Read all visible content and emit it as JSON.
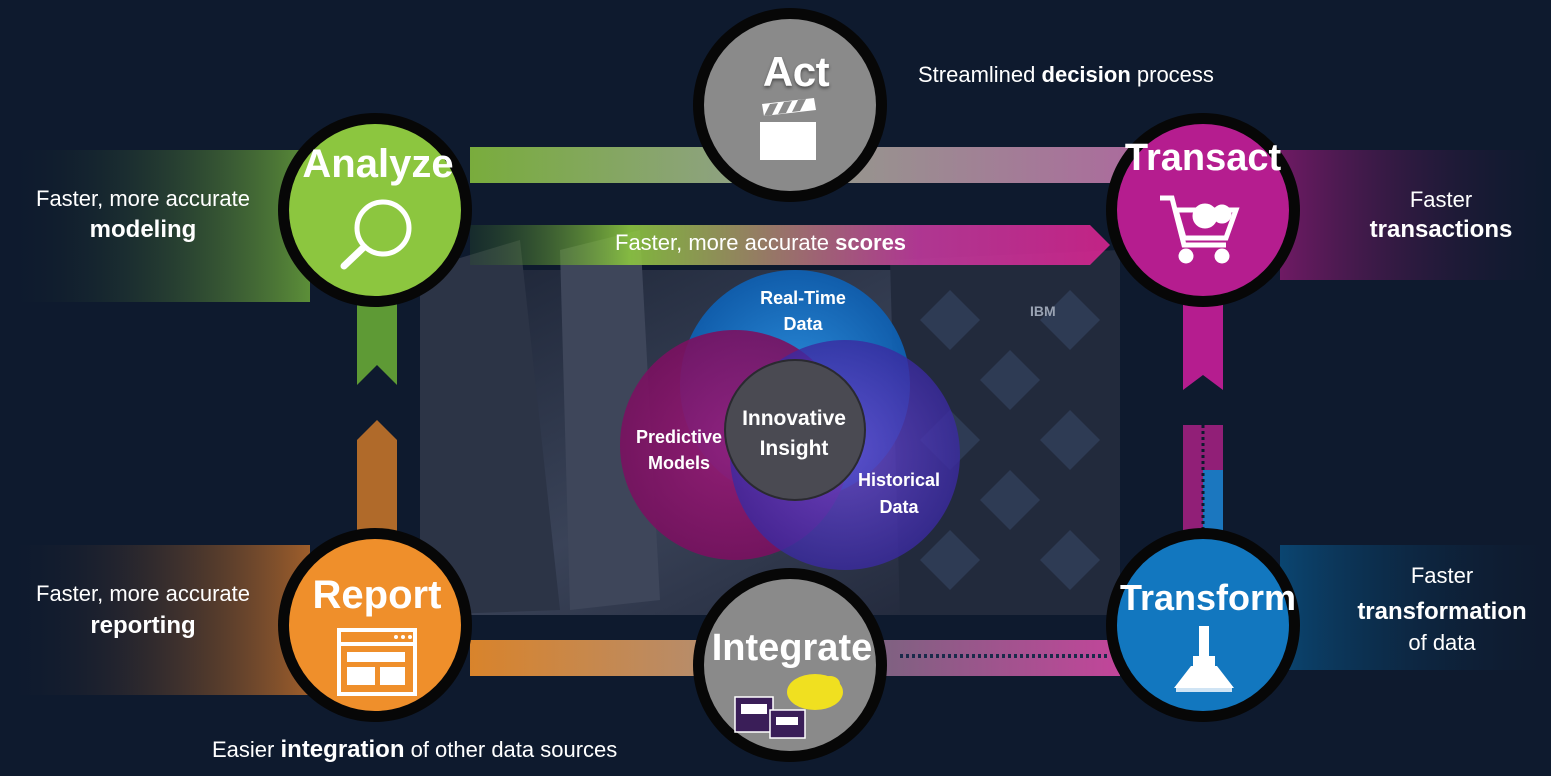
{
  "nodes": {
    "act": {
      "title": "Act",
      "icon": "clapperboard-icon",
      "color": "#8a8a8a"
    },
    "analyze": {
      "title": "Analyze",
      "icon": "magnifier-icon",
      "color": "#8cc63f"
    },
    "transact": {
      "title": "Transact",
      "icon": "shopping-cart-gear-icon",
      "color": "#b51d8f"
    },
    "report": {
      "title": "Report",
      "icon": "report-window-icon",
      "color": "#ef8f2b"
    },
    "integrate": {
      "title": "Integrate",
      "icon": "data-sources-icon",
      "color": "#8a8a8a"
    },
    "transform": {
      "title": "Transform",
      "icon": "broom-icon",
      "color": "#1277bf"
    }
  },
  "labels": {
    "act_pre": "Streamlined ",
    "act_bold": "decision",
    "act_post": " process",
    "analyze_line1": "Faster, more accurate",
    "analyze_line2": "modeling",
    "scores_pre": "Faster, more accurate ",
    "scores_bold": "scores",
    "transact_line1": "Faster",
    "transact_line2": "transactions",
    "report_line1": "Faster, more accurate",
    "report_line2": "reporting",
    "transform_line1": "Faster",
    "transform_line2": "transformation",
    "transform_line3": "of data",
    "integrate_pre": "Easier ",
    "integrate_bold": "integration",
    "integrate_post": " of other data sources"
  },
  "venn": {
    "center": [
      "Innovative",
      "Insight"
    ],
    "realtime": [
      "Real-Time",
      "Data"
    ],
    "predictive": [
      "Predictive",
      "Models"
    ],
    "historical": [
      "Historical",
      "Data"
    ]
  },
  "brand": {
    "text": "IBM"
  }
}
